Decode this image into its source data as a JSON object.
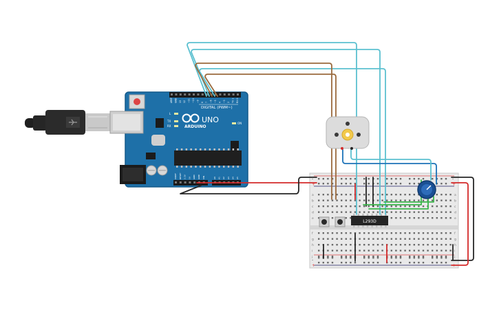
{
  "arduino": {
    "brand": "ARDUINO",
    "model": "UNO",
    "digital_label": "DIGITAL (PWM~)",
    "power_label": "POWER",
    "analog_label": "ANALOG IN",
    "led_l": "L",
    "led_tx": "TX",
    "led_rx": "RX",
    "led_on": "ON",
    "digital_pins": [
      "AREF",
      "GND",
      "13",
      "12",
      "~11",
      "~10",
      "~9",
      "8",
      "7",
      "~6",
      "~5",
      "4",
      "~3",
      "2",
      "TX 1",
      "RX 0"
    ],
    "power_pins": [
      "IOREF",
      "RESET",
      "3.3V",
      "5V",
      "GND",
      "GND",
      "VIN"
    ],
    "analog_pins": [
      "A0",
      "A1",
      "A2",
      "A3",
      "A4",
      "A5"
    ]
  },
  "driver_chip": {
    "label": "L293D"
  },
  "breadboard": {
    "rail_signs": [
      "-",
      "+"
    ],
    "row_letters_top": [
      "a",
      "b",
      "c",
      "d",
      "e"
    ],
    "row_letters_bottom": [
      "f",
      "g",
      "h",
      "i",
      "j"
    ]
  },
  "colors": {
    "arduino_board": "#1e70a8",
    "arduino_dark": "#165a8a",
    "wire_cyan": "#5bc0d0",
    "wire_brown": "#9a6a3c",
    "wire_red": "#d42a2a",
    "wire_black": "#262626",
    "wire_green": "#3ab54a",
    "wire_blue": "#1c72b8",
    "breadboard": "#e9e9e9",
    "motor_body": "#dcdcdc",
    "motor_gear": "#f2c94c"
  }
}
